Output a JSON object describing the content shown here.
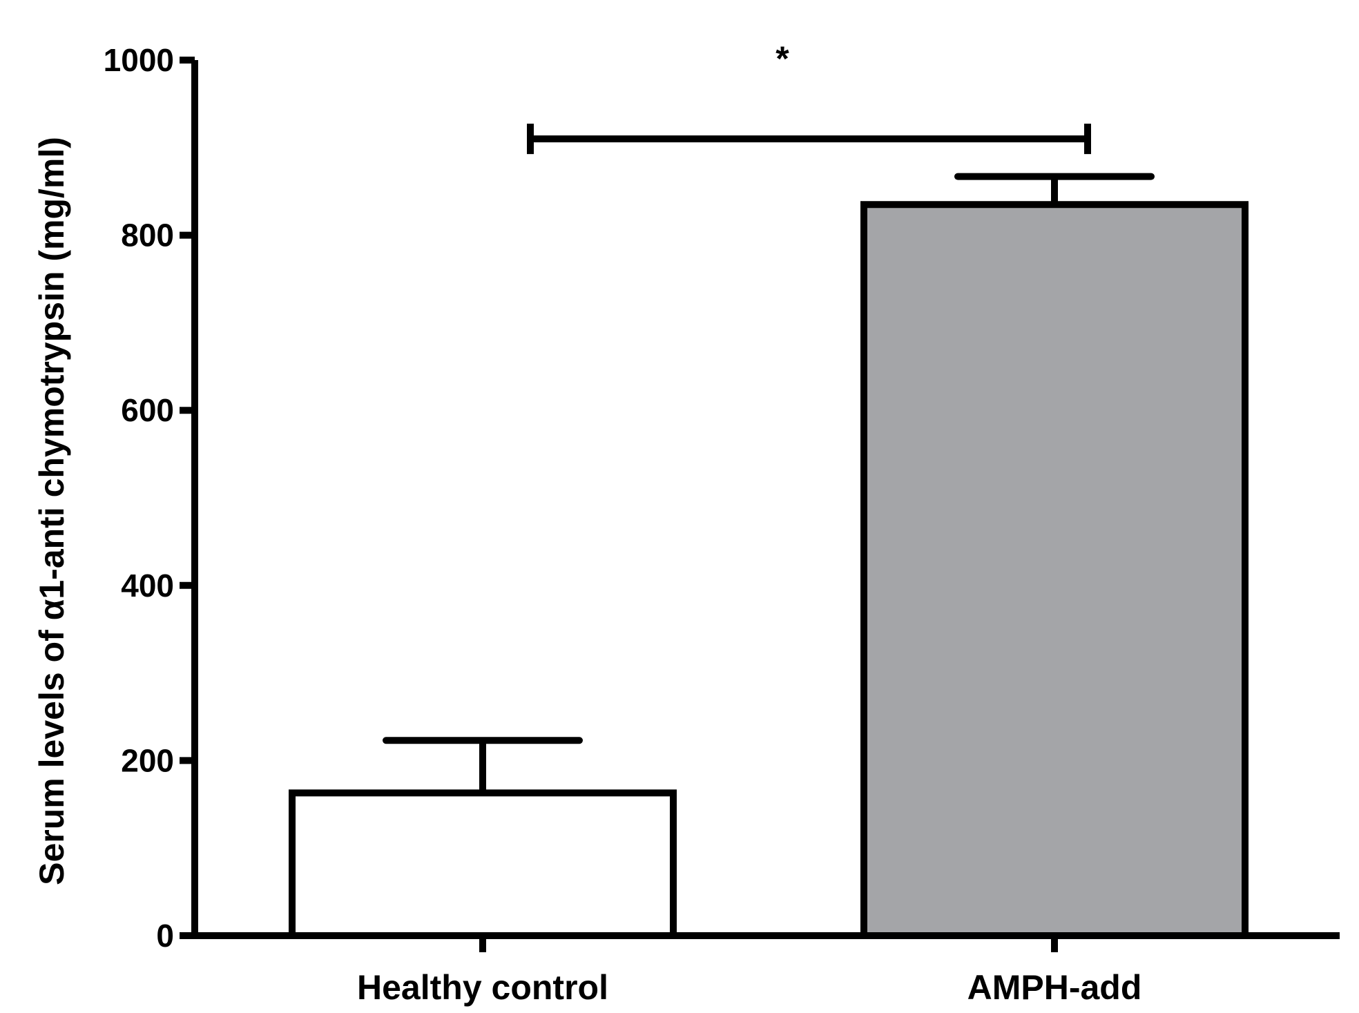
{
  "chart_data": {
    "type": "bar",
    "title": "",
    "xlabel": "",
    "ylabel": "Serum levels of α1-anti chymotrypsin (mg/ml)",
    "ylim": [
      0,
      1000
    ],
    "yticks": [
      0,
      200,
      400,
      600,
      800,
      1000
    ],
    "categories": [
      "Healthy control",
      "AMPH-add"
    ],
    "values": [
      163,
      835
    ],
    "error": [
      60,
      32
    ],
    "bar_colors": [
      "#ffffff",
      "#a4a5a8"
    ],
    "edge_color": "#000000",
    "grid": false,
    "significance": {
      "from": 0,
      "to": 1,
      "y": 910,
      "label": "*"
    }
  }
}
